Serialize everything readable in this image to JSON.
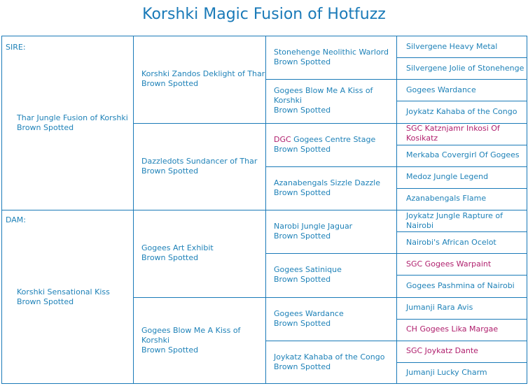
{
  "title": "Korshki Magic Fusion of Hotfuzz",
  "sections": {
    "sire": "SIRE:",
    "dam": "DAM:"
  },
  "color_default": "Brown Spotted",
  "gen1": [
    {
      "name": "Thar Jungle Fusion of Korshki",
      "color": "Brown Spotted"
    },
    {
      "name": "Korshki Sensational Kiss",
      "color": "Brown Spotted"
    }
  ],
  "gen2": [
    {
      "name": "Korshki Zandos Deklight of Thar",
      "color": "Brown Spotted"
    },
    {
      "name": "Dazzledots Sundancer of Thar",
      "color": "Brown Spotted"
    },
    {
      "name": "Gogees Art Exhibit",
      "color": "Brown Spotted"
    },
    {
      "name": "Gogees Blow Me A Kiss of Korshki",
      "color": "Brown Spotted"
    }
  ],
  "gen3": [
    {
      "prefix": "",
      "name": "Stonehenge Neolithic Warlord",
      "color": "Brown Spotted"
    },
    {
      "prefix": "",
      "name": "Gogees Blow Me A Kiss of Korshki",
      "color": "Brown Spotted"
    },
    {
      "prefix": "DGC",
      "name": "Gogees Centre Stage",
      "color": "Brown Spotted"
    },
    {
      "prefix": "",
      "name": "Azanabengals Sizzle Dazzle",
      "color": "Brown Spotted"
    },
    {
      "prefix": "",
      "name": "Narobi Jungle Jaguar",
      "color": "Brown Spotted"
    },
    {
      "prefix": "",
      "name": "Gogees Satinique",
      "color": "Brown Spotted"
    },
    {
      "prefix": "",
      "name": "Gogees Wardance",
      "color": "Brown Spotted"
    },
    {
      "prefix": "",
      "name": "Joykatz Kahaba of the Congo",
      "color": "Brown Spotted"
    }
  ],
  "gen4": [
    "Silvergene Heavy Metal",
    "Silvergene Jolie of Stonehenge",
    "Gogees Wardance",
    "Joykatz Kahaba of the Congo",
    "SGC Katznjamr Inkosi Of Kosikatz",
    "Merkaba Covergirl Of Gogees",
    "Medoz Jungle Legend",
    "Azanabengals Flame",
    "Joykatz Jungle Rapture of Nairobi",
    "Nairobi's African Ocelot",
    "SGC Gogees Warpaint",
    "Gogees Pashmina of Nairobi",
    "Jumanji Rara Avis",
    "CH Gogees Lika Margae",
    "SGC Joykatz Dante",
    "Jumanji Lucky Charm"
  ],
  "gen4_titled": [
    4,
    10,
    13,
    14
  ],
  "colors": {
    "text": "#1f82b8",
    "title": "#1a7ab8",
    "border": "#1a7ab8",
    "titled": "#b0206e"
  }
}
